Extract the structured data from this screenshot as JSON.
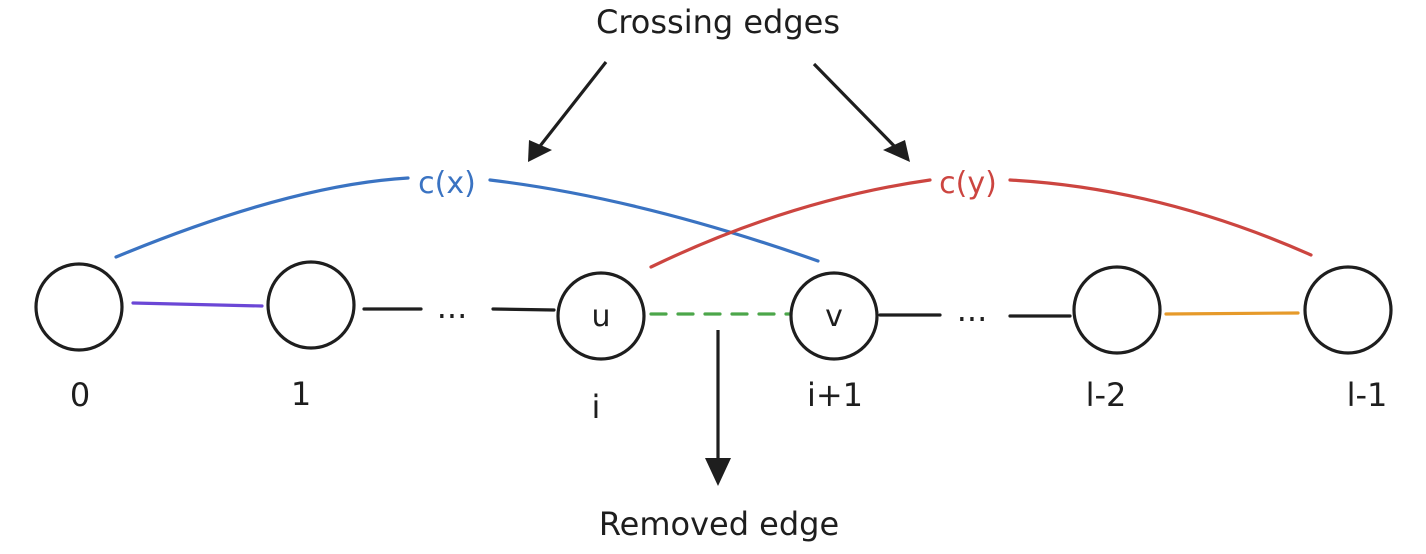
{
  "title": "Crossing edges",
  "bottom_label": "Removed edge",
  "ellipsis": "...",
  "nodes": {
    "n0": {
      "index_label": "0",
      "letter": ""
    },
    "n1": {
      "index_label": "1",
      "letter": ""
    },
    "ni": {
      "index_label": "i",
      "letter": "u"
    },
    "ni1": {
      "index_label": "i+1",
      "letter": "v"
    },
    "nl2": {
      "index_label": "l-2",
      "letter": ""
    },
    "nl1": {
      "index_label": "l-1",
      "letter": ""
    }
  },
  "edges": {
    "cx": {
      "label": "c(x)",
      "color": "#3a73c2"
    },
    "cy": {
      "label": "c(y)",
      "color": "#cc4540"
    },
    "removed": {
      "color": "#4ca64a",
      "style": "dashed"
    },
    "first": {
      "color": "#6b47d6"
    },
    "last": {
      "color": "#e69a2a"
    },
    "path": {
      "color": "#1e1e1e"
    }
  }
}
